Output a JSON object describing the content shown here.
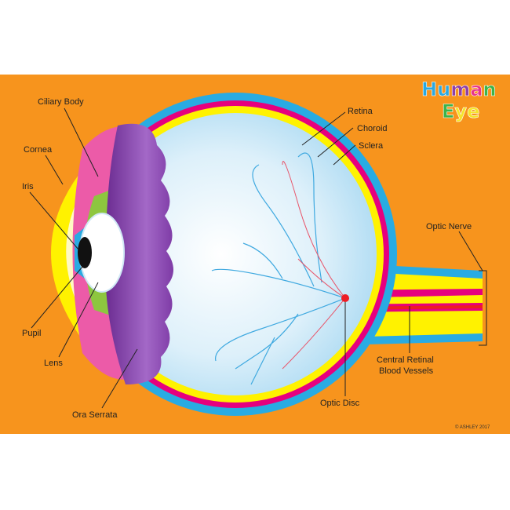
{
  "title": {
    "line1": [
      "H",
      "u",
      "m",
      "a",
      "n"
    ],
    "line2": [
      "E",
      "y",
      "e"
    ],
    "colors1": [
      "#2AA8E0",
      "#2AA8E0",
      "#8E3FA8",
      "#E8338C",
      "#3CB44A"
    ],
    "colors2": [
      "#3CB44A",
      "#F5E52A",
      "#F5E52A"
    ]
  },
  "labels": {
    "ciliary_body": "Ciliary Body",
    "cornea": "Cornea",
    "iris": "Iris",
    "pupil": "Pupil",
    "lens": "Lens",
    "ora_serrata": "Ora Serrata",
    "retina": "Retina",
    "choroid": "Choroid",
    "sclera": "Sclera",
    "optic_nerve": "Optic Nerve",
    "central_retinal_1": "Central Retinal",
    "central_retinal_2": "Blood Vessels",
    "optic_disc": "Optic Disc"
  },
  "copyright": "© ASHLEY 2017",
  "colors": {
    "background": "#F7941D",
    "sclera": "#29ABE2",
    "choroid": "#E6007E",
    "retina": "#FFF200",
    "lens_purple": "#8E44AD"
  }
}
